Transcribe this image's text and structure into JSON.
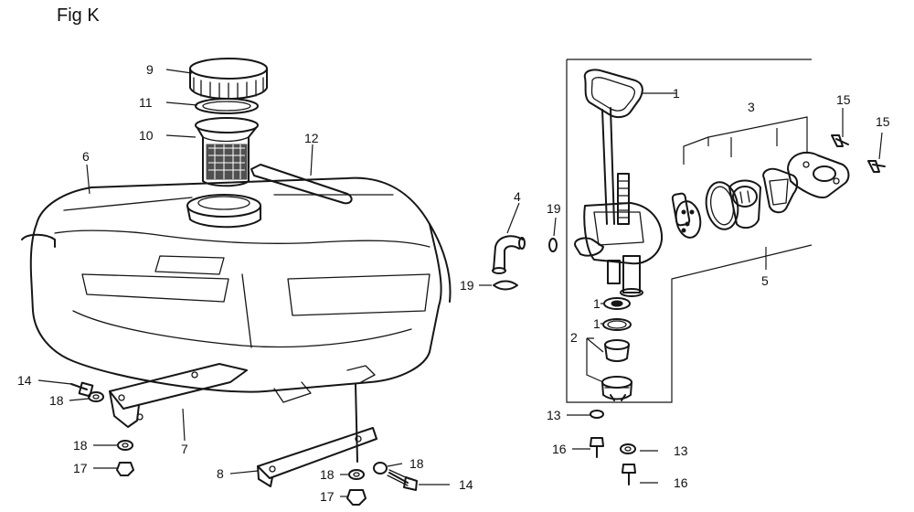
{
  "figure": {
    "title": "Fig K"
  },
  "callouts": {
    "c1a": "1",
    "c1b": "1",
    "c1c": "1",
    "c2": "2",
    "c3": "3",
    "c4": "4",
    "c5": "5",
    "c6": "6",
    "c7": "7",
    "c8": "8",
    "c9": "9",
    "c10": "10",
    "c11": "11",
    "c12": "12",
    "c13a": "13",
    "c13b": "13",
    "c14a": "14",
    "c14b": "14",
    "c15a": "15",
    "c15b": "15",
    "c16a": "16",
    "c16b": "16",
    "c17a": "17",
    "c17b": "17",
    "c18a": "18",
    "c18b": "18",
    "c18c": "18",
    "c18d": "18",
    "c19a": "19",
    "c19b": "19"
  }
}
